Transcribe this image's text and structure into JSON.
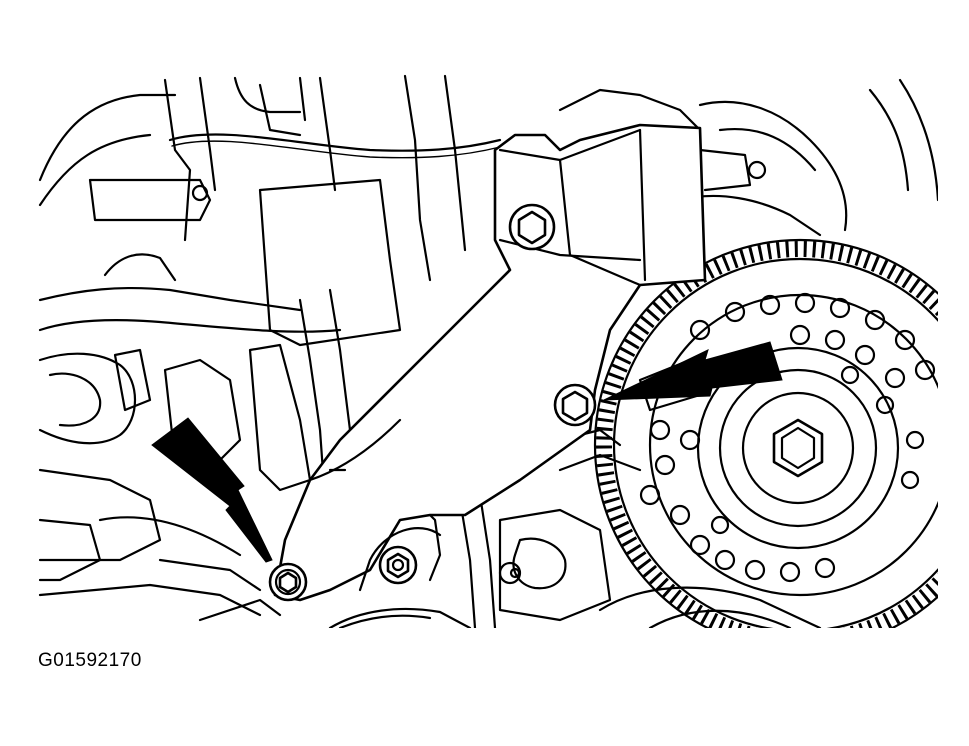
{
  "figure": {
    "code": "G01592170",
    "colors": {
      "line": "#000000",
      "background": "#ffffff"
    },
    "callouts": [
      "arrow-lower-bolt",
      "arrow-right-bolt"
    ]
  }
}
